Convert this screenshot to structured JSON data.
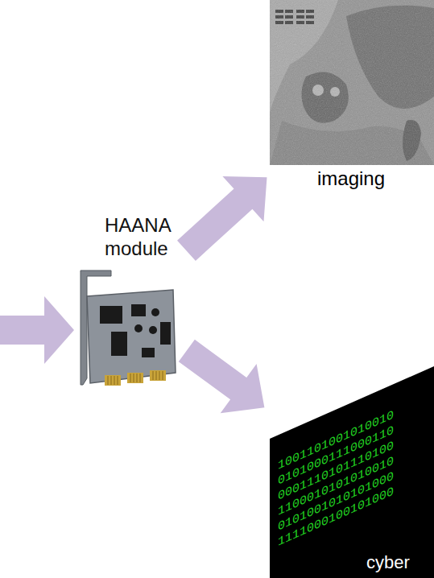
{
  "diagram": {
    "nodes": [
      {
        "text": [
          "HAANA module"
        ]
      },
      {
        "text": [
          "imaging"
        ]
      },
      {
        "text": [
          "1001101001010010",
          "0101000111000110",
          "0001110101110100",
          "1100010101010010",
          "0101001010101000",
          "1111000100101000",
          "cyber"
        ]
      }
    ],
    "edges": [
      {
        "from": 0,
        "to": 1,
        "arrow": "to"
      },
      {
        "from": 0,
        "to": 2,
        "arrow": "to"
      }
    ]
  }
}
